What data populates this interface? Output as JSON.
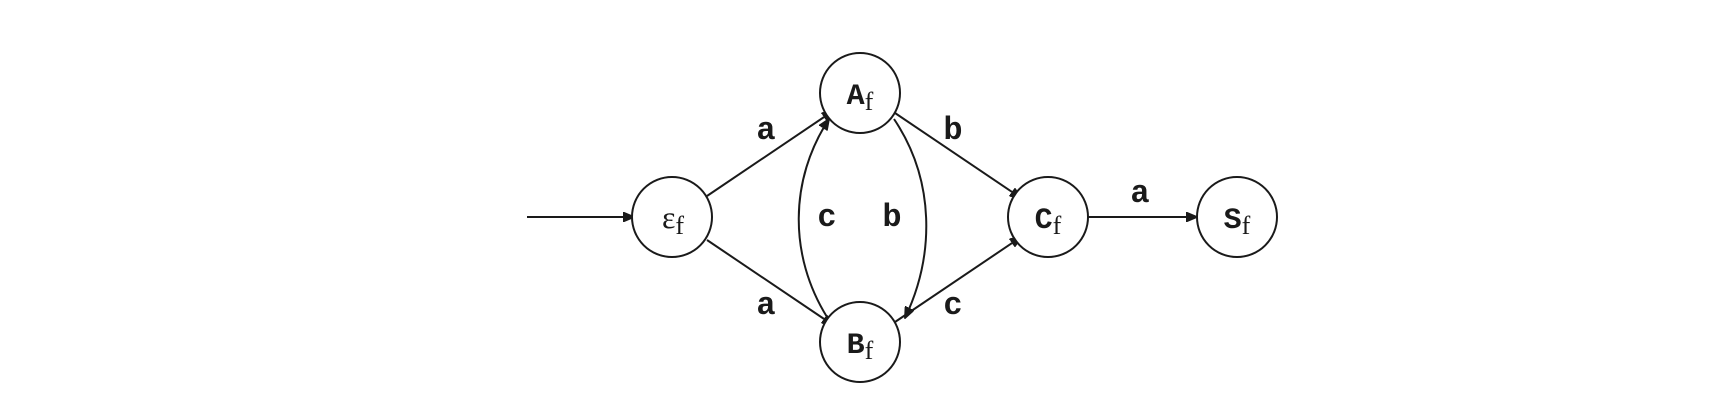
{
  "diagram": {
    "type": "state-machine",
    "start_state": "epsilon",
    "states": [
      {
        "id": "epsilon",
        "symbol": "ε",
        "subscript": "f"
      },
      {
        "id": "A",
        "symbol": "A",
        "subscript": "f"
      },
      {
        "id": "B",
        "symbol": "B",
        "subscript": "f"
      },
      {
        "id": "C",
        "symbol": "C",
        "subscript": "f"
      },
      {
        "id": "S",
        "symbol": "S",
        "subscript": "f"
      }
    ],
    "transitions": [
      {
        "id": "eps-A",
        "from": "epsilon",
        "to": "A",
        "label": "a"
      },
      {
        "id": "eps-B",
        "from": "epsilon",
        "to": "B",
        "label": "a"
      },
      {
        "id": "A-B",
        "from": "A",
        "to": "B",
        "label": "b"
      },
      {
        "id": "B-A",
        "from": "B",
        "to": "A",
        "label": "c"
      },
      {
        "id": "A-C",
        "from": "A",
        "to": "C",
        "label": "b"
      },
      {
        "id": "B-C",
        "from": "B",
        "to": "C",
        "label": "c"
      },
      {
        "id": "C-S",
        "from": "C",
        "to": "S",
        "label": "a"
      }
    ],
    "colors": {
      "stroke": "#1a1a1a",
      "background": "#ffffff"
    }
  }
}
